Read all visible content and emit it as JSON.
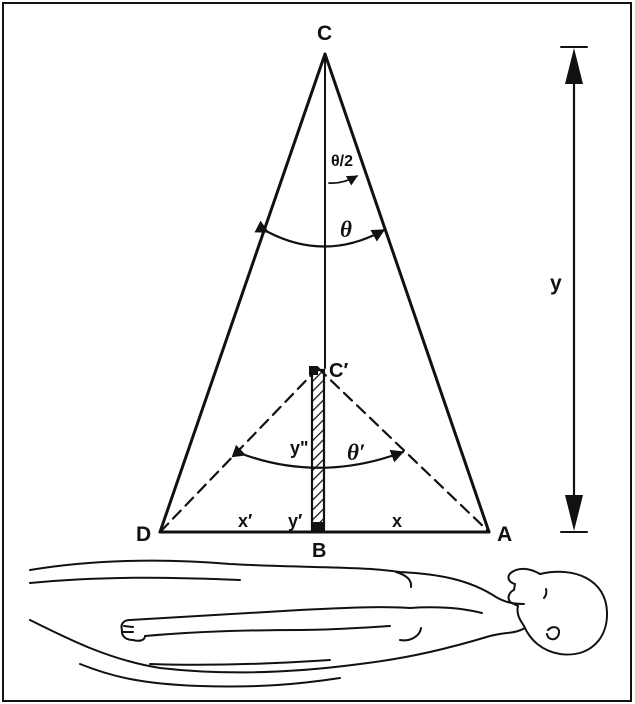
{
  "labels": {
    "apex_top": "C",
    "apex_inner": "C′",
    "left_vertex": "D",
    "right_vertex": "A",
    "base_center": "B",
    "half_angle": "θ/2",
    "angle": "θ",
    "angle_inner": "θ′",
    "height": "y",
    "inner_height": "y\"",
    "base_short": "y′",
    "left_half_base": "x′",
    "right_half_base": "x"
  },
  "colors": {
    "ink": "#111111",
    "paper": "#ffffff"
  }
}
